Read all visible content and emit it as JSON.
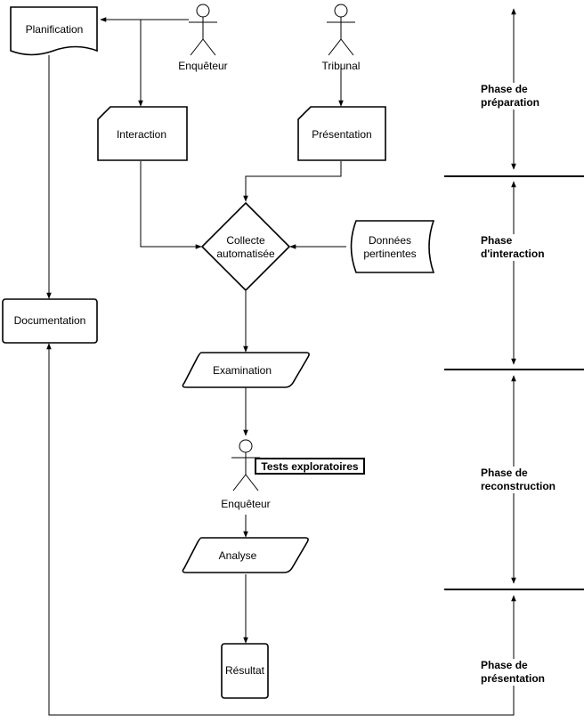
{
  "nodes": {
    "planification": "Planification",
    "interaction": "Interaction",
    "presentation": "Présentation",
    "collecte_line1": "Collecte",
    "collecte_line2": "automatisée",
    "donnees_line1": "Données",
    "donnees_line2": "pertinentes",
    "documentation": "Documentation",
    "examination": "Examination",
    "analyse": "Analyse",
    "resultat": "Résultat",
    "tests": "Tests exploratoires"
  },
  "actors": {
    "enqueteur_top": "Enquêteur",
    "tribunal": "Tribunal",
    "enqueteur_mid": "Enquêteur"
  },
  "phases": {
    "preparation_line1": "Phase de",
    "preparation_line2": "préparation",
    "interaction_line1": "Phase",
    "interaction_line2": "d'interaction",
    "reconstruction_line1": "Phase de",
    "reconstruction_line2": "reconstruction",
    "presentation_line1": "Phase de",
    "presentation_line2": "présentation"
  }
}
